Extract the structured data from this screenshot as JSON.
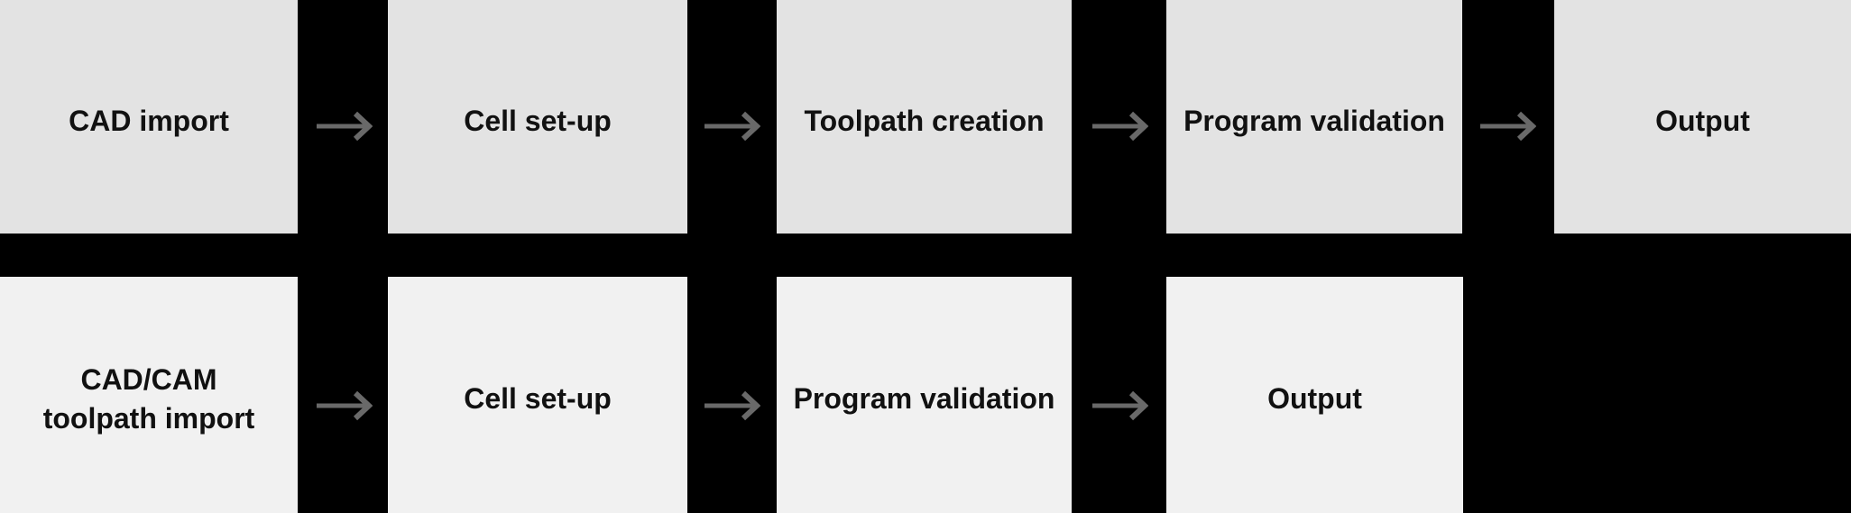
{
  "colors": {
    "background": "#000000",
    "top_box_fill": "#e3e3e3",
    "bottom_box_fill": "#f1f1f1",
    "arrow": "#696969",
    "text": "#111111"
  },
  "icons": {
    "flow_arrow": "→"
  },
  "flow": {
    "top_row": {
      "steps": [
        {
          "label": "CAD import"
        },
        {
          "label": "Cell set-up"
        },
        {
          "label": "Toolpath creation"
        },
        {
          "label": "Program validation"
        },
        {
          "label": "Output"
        }
      ]
    },
    "bottom_row": {
      "steps": [
        {
          "label": "CAD/CAM\ntoolpath import"
        },
        {
          "label": "Cell set-up"
        },
        {
          "label": "Program validation"
        },
        {
          "label": "Output"
        }
      ]
    }
  }
}
